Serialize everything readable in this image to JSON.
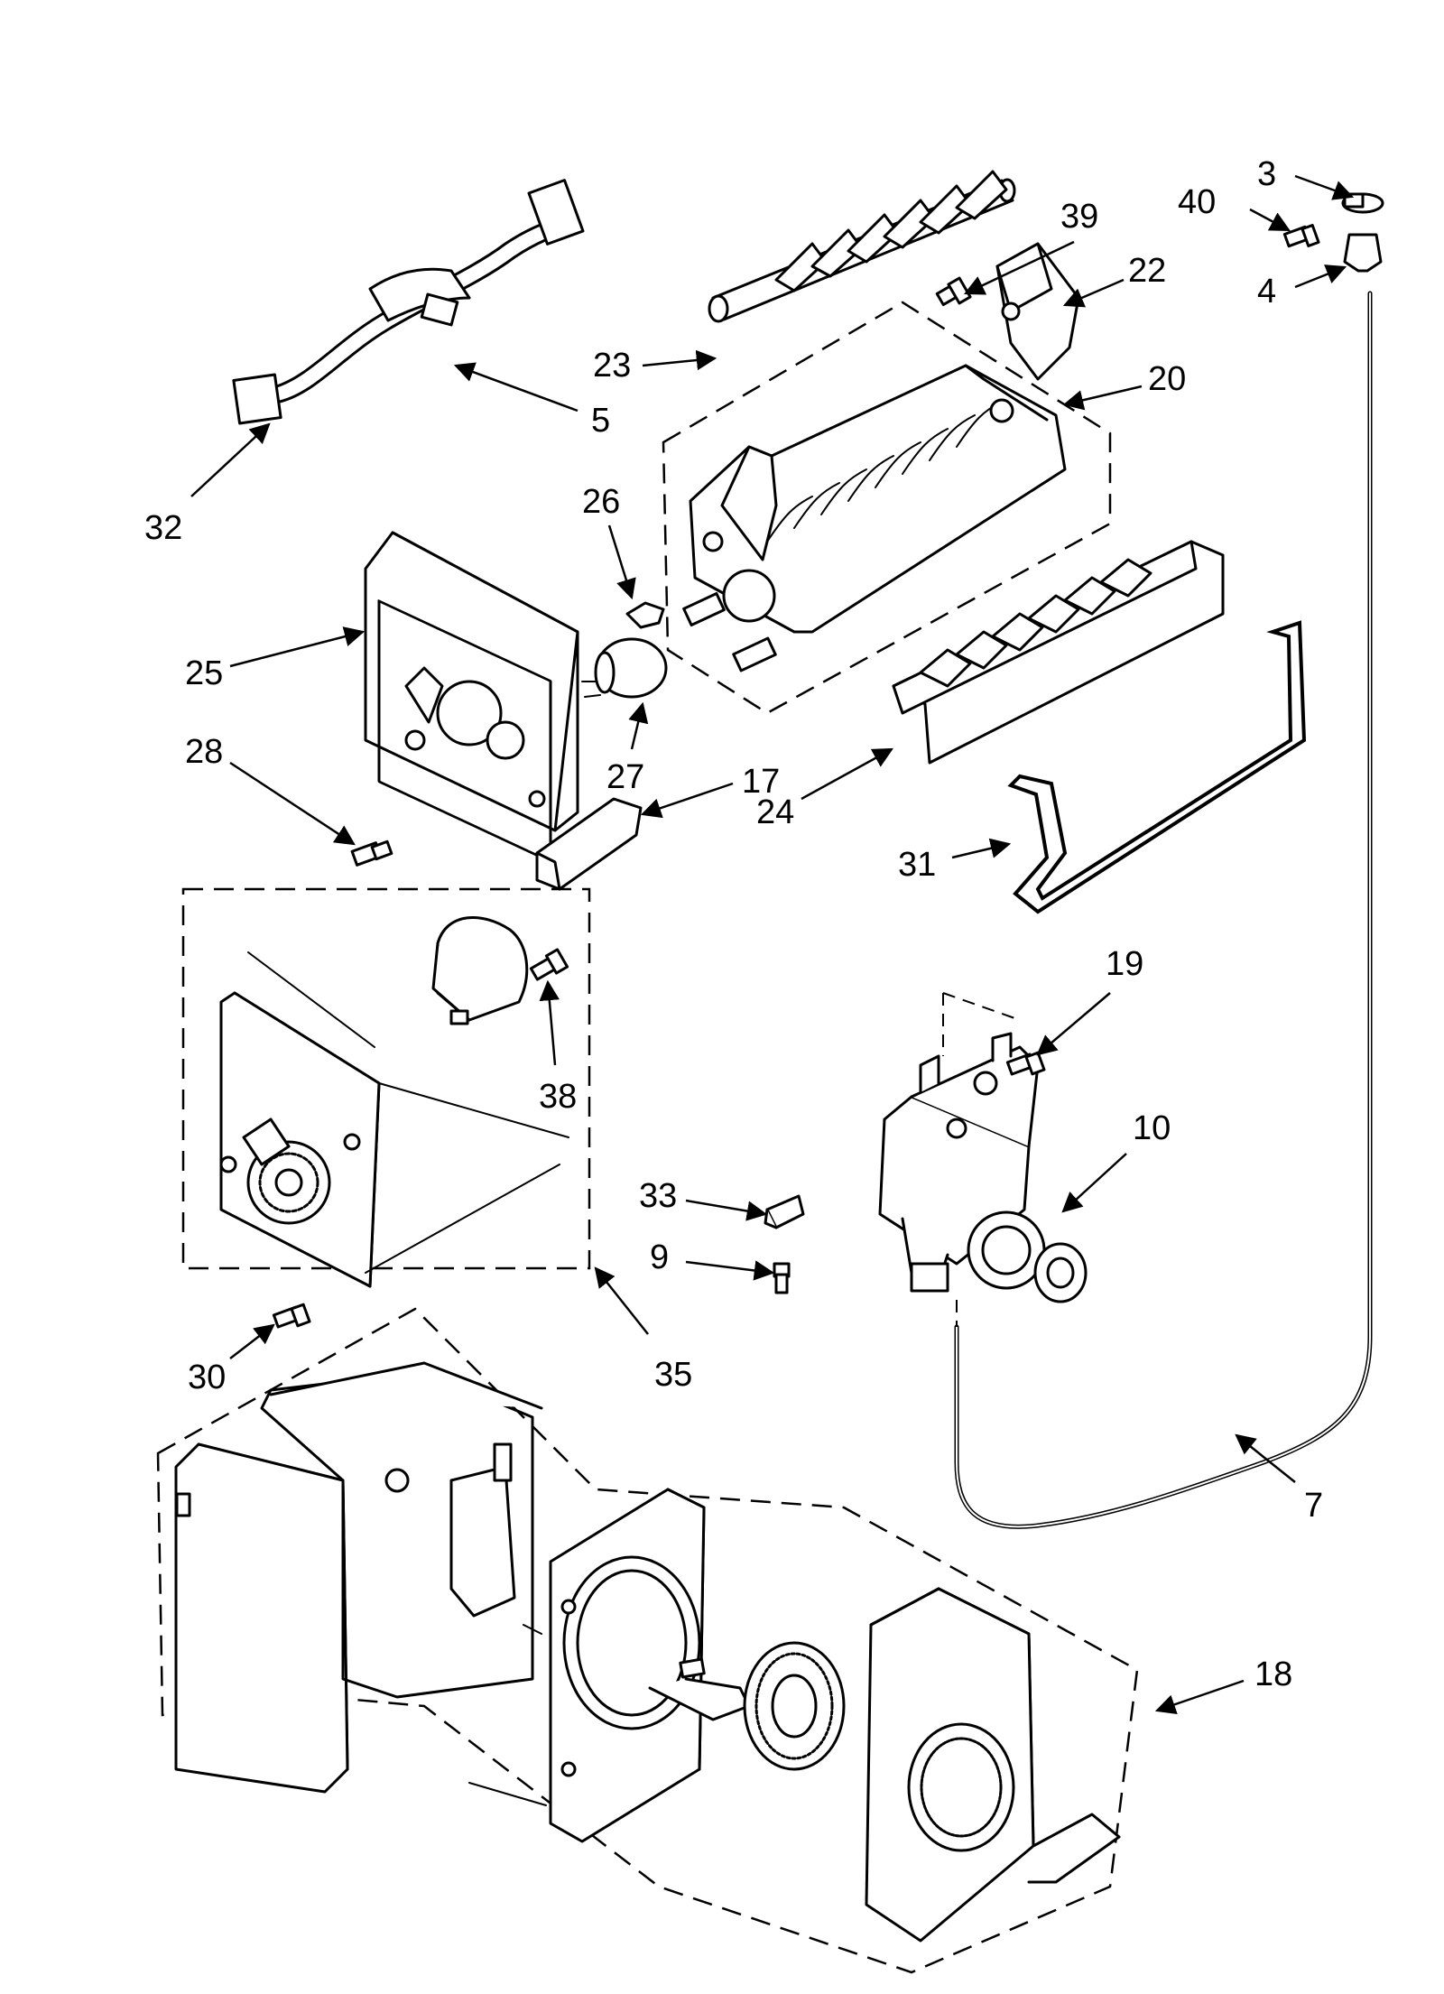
{
  "callouts": [
    {
      "id": "3",
      "label": "3"
    },
    {
      "id": "40",
      "label": "40"
    },
    {
      "id": "4",
      "label": "4"
    },
    {
      "id": "39",
      "label": "39"
    },
    {
      "id": "22",
      "label": "22"
    },
    {
      "id": "23",
      "label": "23"
    },
    {
      "id": "20",
      "label": "20"
    },
    {
      "id": "5",
      "label": "5"
    },
    {
      "id": "32",
      "label": "32"
    },
    {
      "id": "26",
      "label": "26"
    },
    {
      "id": "25",
      "label": "25"
    },
    {
      "id": "28",
      "label": "28"
    },
    {
      "id": "27",
      "label": "27"
    },
    {
      "id": "17",
      "label": "17"
    },
    {
      "id": "24",
      "label": "24"
    },
    {
      "id": "31",
      "label": "31"
    },
    {
      "id": "19",
      "label": "19"
    },
    {
      "id": "38",
      "label": "38"
    },
    {
      "id": "10",
      "label": "10"
    },
    {
      "id": "33",
      "label": "33"
    },
    {
      "id": "9",
      "label": "9"
    },
    {
      "id": "30",
      "label": "30"
    },
    {
      "id": "35",
      "label": "35"
    },
    {
      "id": "7",
      "label": "7"
    },
    {
      "id": "18",
      "label": "18"
    }
  ]
}
